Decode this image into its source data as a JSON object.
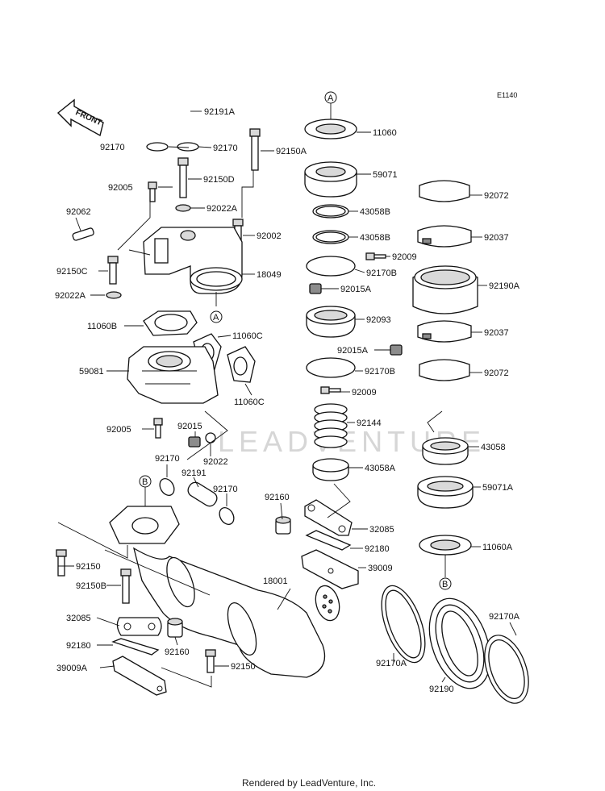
{
  "diagram": {
    "code": "E1140",
    "front_label": "FRONT",
    "watermark": "LEADVENTURE",
    "footer": "Rendered by LeadVenture, Inc.",
    "callouts": [
      "A",
      "B"
    ],
    "labels": [
      {
        "id": "92191A",
        "text": "92191A"
      },
      {
        "id": "92170-a",
        "text": "92170"
      },
      {
        "id": "92170-b",
        "text": "92170"
      },
      {
        "id": "92150A",
        "text": "92150A"
      },
      {
        "id": "92150D",
        "text": "92150D"
      },
      {
        "id": "92005-a",
        "text": "92005"
      },
      {
        "id": "92022A-a",
        "text": "92022A"
      },
      {
        "id": "92062",
        "text": "92062"
      },
      {
        "id": "92002",
        "text": "92002"
      },
      {
        "id": "92150C",
        "text": "92150C"
      },
      {
        "id": "18049",
        "text": "18049"
      },
      {
        "id": "92022A-b",
        "text": "92022A"
      },
      {
        "id": "11060B",
        "text": "11060B"
      },
      {
        "id": "11060C-a",
        "text": "11060C"
      },
      {
        "id": "59081",
        "text": "59081"
      },
      {
        "id": "11060C-b",
        "text": "11060C"
      },
      {
        "id": "92005-b",
        "text": "92005"
      },
      {
        "id": "92015-a",
        "text": "92015"
      },
      {
        "id": "92022",
        "text": "92022"
      },
      {
        "id": "92170-c",
        "text": "92170"
      },
      {
        "id": "92191",
        "text": "92191"
      },
      {
        "id": "92170-d",
        "text": "92170"
      },
      {
        "id": "92160-a",
        "text": "92160"
      },
      {
        "id": "92150-a",
        "text": "92150"
      },
      {
        "id": "92150B",
        "text": "92150B"
      },
      {
        "id": "18001",
        "text": "18001"
      },
      {
        "id": "32085-a",
        "text": "32085"
      },
      {
        "id": "92180-a",
        "text": "92180"
      },
      {
        "id": "92160-b",
        "text": "92160"
      },
      {
        "id": "92150-b",
        "text": "92150"
      },
      {
        "id": "39009A",
        "text": "39009A"
      },
      {
        "id": "11060",
        "text": "11060"
      },
      {
        "id": "59071",
        "text": "59071"
      },
      {
        "id": "43058B-a",
        "text": "43058B"
      },
      {
        "id": "43058B-b",
        "text": "43058B"
      },
      {
        "id": "92170B-a",
        "text": "92170B"
      },
      {
        "id": "92015A-a",
        "text": "92015A"
      },
      {
        "id": "92093",
        "text": "92093"
      },
      {
        "id": "92015A-b",
        "text": "92015A"
      },
      {
        "id": "92170B-b",
        "text": "92170B"
      },
      {
        "id": "92009-a",
        "text": "92009"
      },
      {
        "id": "92009-b",
        "text": "92009"
      },
      {
        "id": "92144",
        "text": "92144"
      },
      {
        "id": "43058A",
        "text": "43058A"
      },
      {
        "id": "32085-b",
        "text": "32085"
      },
      {
        "id": "92180-b",
        "text": "92180"
      },
      {
        "id": "39009",
        "text": "39009"
      },
      {
        "id": "92072-a",
        "text": "92072"
      },
      {
        "id": "92037-a",
        "text": "92037"
      },
      {
        "id": "92190A",
        "text": "92190A"
      },
      {
        "id": "92037-b",
        "text": "92037"
      },
      {
        "id": "92072-b",
        "text": "92072"
      },
      {
        "id": "43058",
        "text": "43058"
      },
      {
        "id": "59071A",
        "text": "59071A"
      },
      {
        "id": "11060A",
        "text": "11060A"
      },
      {
        "id": "92170A-a",
        "text": "92170A"
      },
      {
        "id": "92170A-b",
        "text": "92170A"
      },
      {
        "id": "92190",
        "text": "92190"
      }
    ]
  }
}
